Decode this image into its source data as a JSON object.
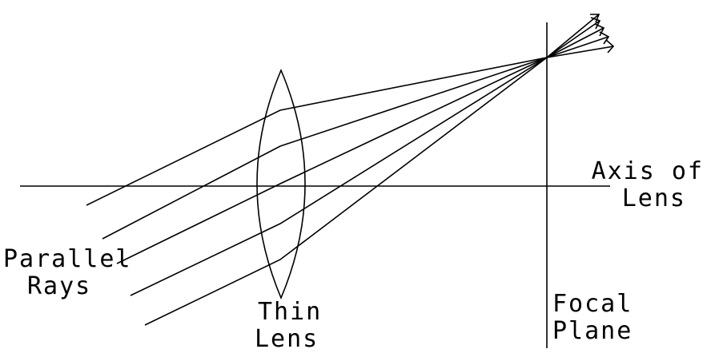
{
  "labels": {
    "parallel_rays": [
      "Parallel",
      "Rays"
    ],
    "thin_lens": [
      "Thin",
      "Lens"
    ],
    "focal_plane": [
      "Focal",
      "Plane"
    ],
    "axis_of_lens": [
      "Axis of",
      "Lens"
    ]
  },
  "colors": {
    "ink": "#000000",
    "background": "#ffffff"
  }
}
